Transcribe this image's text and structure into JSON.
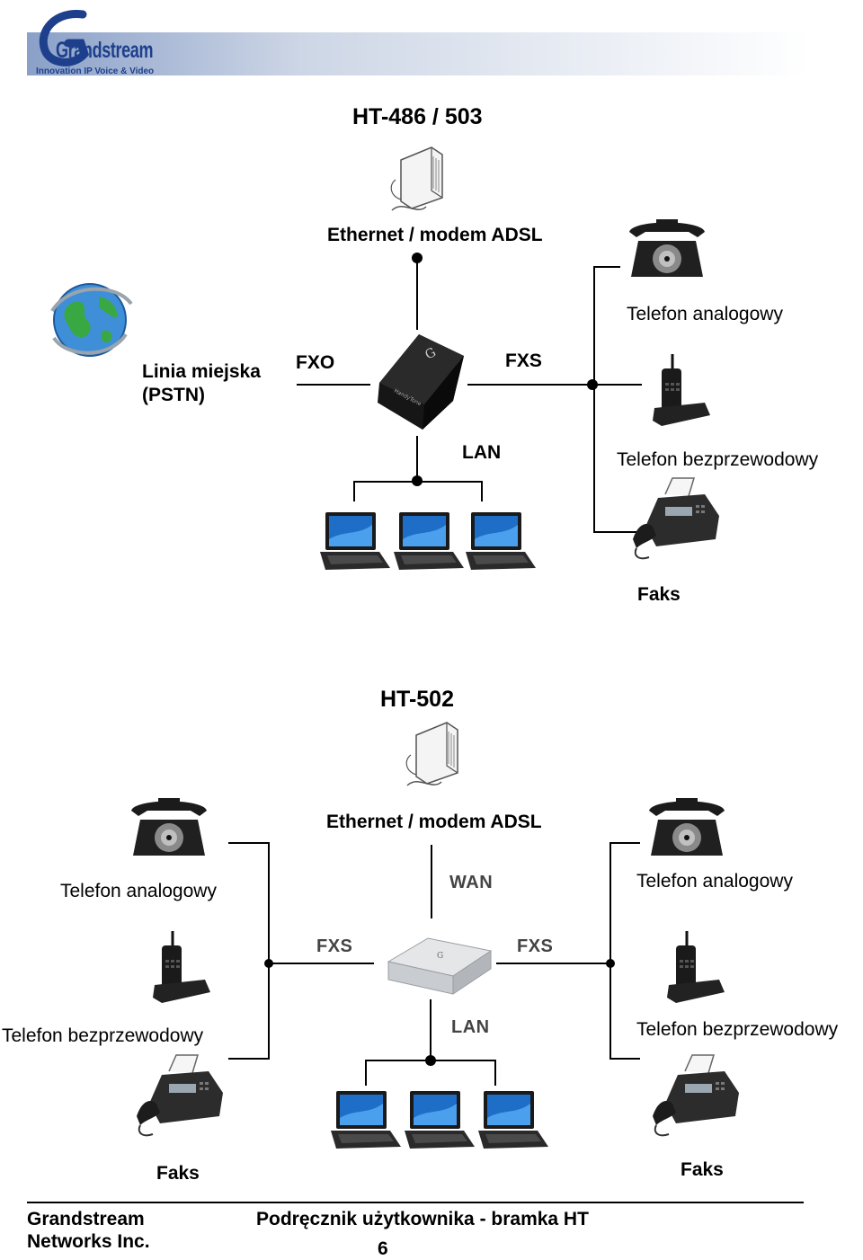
{
  "logo": {
    "brand": "Grandstream",
    "tagline": "Innovation IP Voice & Video"
  },
  "diagram1": {
    "title": "HT-486 / 503",
    "ethernet_label": "Ethernet / modem ADSL",
    "pstn_label_line1": "Linia miejska",
    "pstn_label_line2": "(PSTN)",
    "fxo_label": "FXO",
    "fxs_label": "FXS",
    "lan_label": "LAN",
    "analog_phone_label": "Telefon analogowy",
    "cordless_phone_label": "Telefon bezprzewodowy",
    "fax_label": "Faks"
  },
  "diagram2": {
    "title": "HT-502",
    "ethernet_label": "Ethernet / modem ADSL",
    "wan_label": "WAN",
    "fxs_left_label": "FXS",
    "fxs_right_label": "FXS",
    "lan_label": "LAN",
    "analog_left_label": "Telefon analogowy",
    "analog_right_label": "Telefon analogowy",
    "cordless_left_label": "Telefon bezprzewodowy",
    "cordless_right_label": "Telefon bezprzewodowy",
    "fax_left_label": "Faks",
    "fax_right_label": "Faks"
  },
  "footer": {
    "company_line1": "Grandstream",
    "company_line2": "Networks Inc.",
    "doc_title": "Podręcznik użytkownika - bramka HT",
    "page_number": "6"
  }
}
